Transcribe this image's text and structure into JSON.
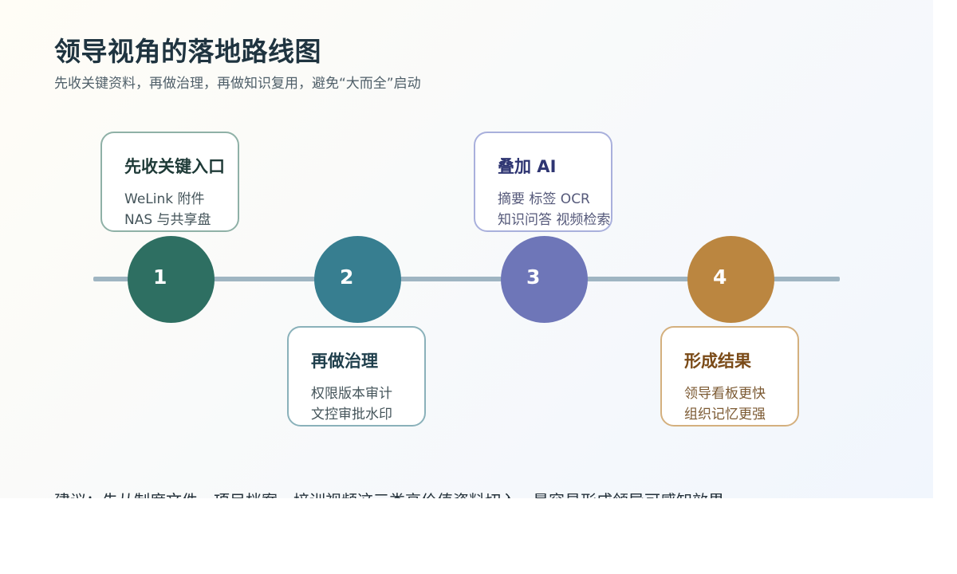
{
  "title": "领导视角的落地路线图",
  "subtitle": "先收关键资料，再做治理，再做知识复用，避免“大而全”启动",
  "steps": [
    {
      "number": "1",
      "title": "先收关键入口",
      "lines": [
        "WeLink 附件",
        "NAS 与共享盘"
      ],
      "color": "#2e6f62",
      "text_color": "#1e3a37",
      "line_color": "#44545a",
      "border": "#8fb1a7"
    },
    {
      "number": "2",
      "title": "再做治理",
      "lines": [
        "权限版本审计",
        "文控审批水印"
      ],
      "color": "#377e90",
      "text_color": "#1f3f4c",
      "line_color": "#44545a",
      "border": "#8ab1ba"
    },
    {
      "number": "3",
      "title": "叠加 AI",
      "lines": [
        "摘要 标签 OCR",
        "知识问答 视频检索"
      ],
      "color": "#6e76b8",
      "text_color": "#2e3572",
      "line_color": "#55597a",
      "border": "#a9b0dc"
    },
    {
      "number": "4",
      "title": "形成结果",
      "lines": [
        "领导看板更快",
        "组织记忆更强"
      ],
      "color": "#bb8640",
      "text_color": "#7a4a17",
      "line_color": "#7c5a33",
      "border": "#d4b07e"
    }
  ],
  "advice": "建议：先从制度文件、项目档案、培训视频这三类高价值资料切入，最容易形成领导可感知效果。"
}
